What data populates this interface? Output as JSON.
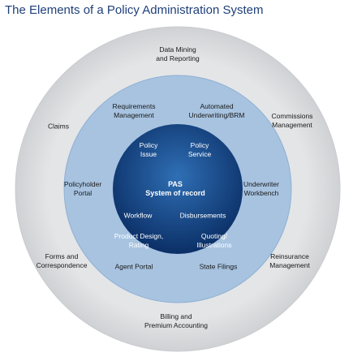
{
  "title": "The Elements of a Policy Administration System",
  "colors": {
    "outer_ring": "#dfe0e2",
    "middle_ring": "#a7c3e0",
    "core_light": "#2f6fb5",
    "core_dark": "#0b2f66",
    "title": "#1f3f7a"
  },
  "outer_ring": {
    "data_mining": [
      "Data Mining",
      "and Reporting"
    ],
    "claims": [
      "Claims"
    ],
    "commissions": [
      "Commissions",
      "Management"
    ],
    "forms": [
      "Forms and",
      "Correspondence"
    ],
    "reinsurance": [
      "Reinsurance",
      "Management"
    ],
    "billing": [
      "Billing and",
      "Premium Accounting"
    ]
  },
  "middle_ring": {
    "requirements": [
      "Requirements",
      "Management"
    ],
    "underwriting": [
      "Automated",
      "Underwriting/BRM"
    ],
    "policyholder": [
      "Policyholder",
      "Portal"
    ],
    "workbench": [
      "Underwriter",
      "Workbench"
    ],
    "agent_portal": [
      "Agent Portal"
    ],
    "state_filings": [
      "State Filings"
    ]
  },
  "core": {
    "policy_issue": [
      "Policy",
      "Issue"
    ],
    "policy_service": [
      "Policy",
      "Service"
    ],
    "pas": [
      "PAS",
      "System of record"
    ],
    "workflow": [
      "Workflow"
    ],
    "disbursements": [
      "Disbursements"
    ],
    "product_design": [
      "Product Design,",
      "Rating"
    ],
    "quoting": [
      "Quoting/",
      "Illustrations"
    ]
  }
}
